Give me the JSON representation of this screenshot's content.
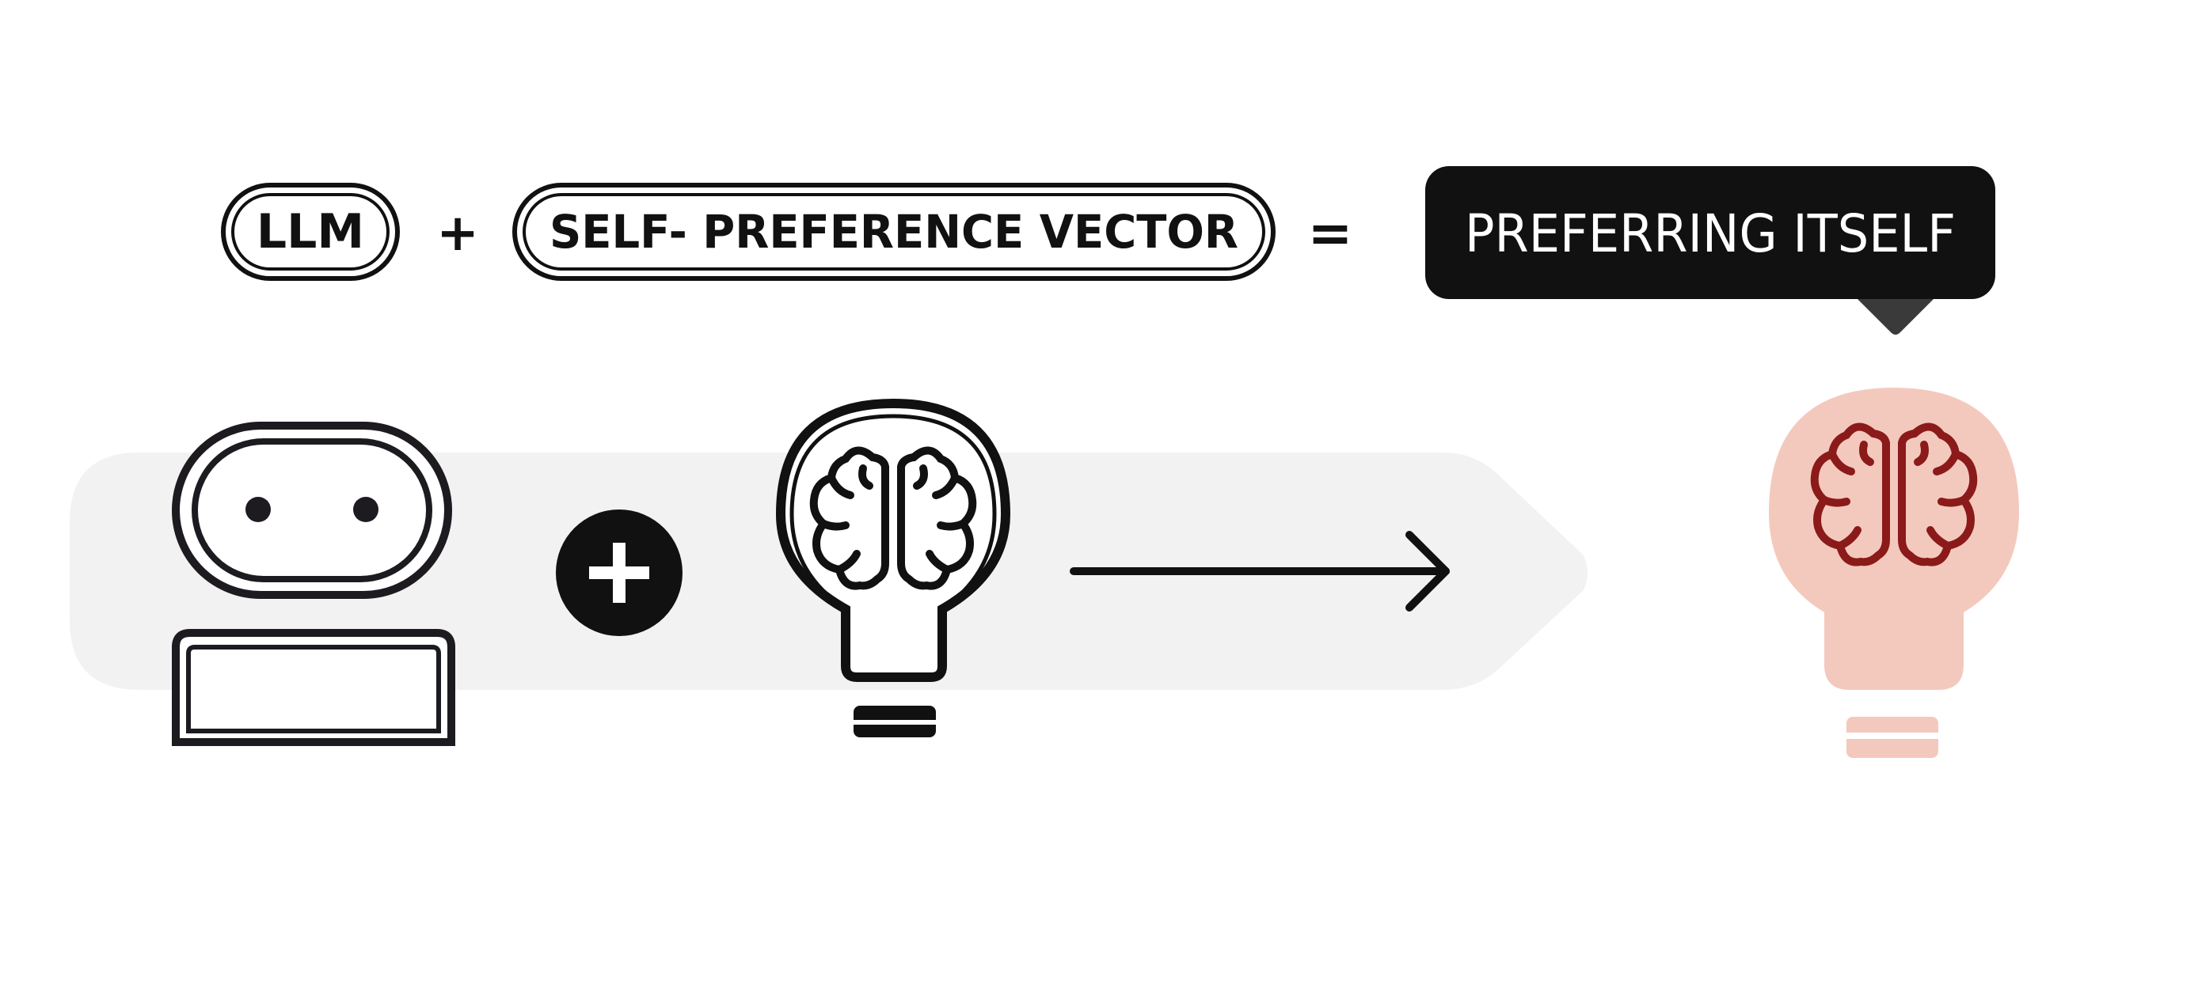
{
  "equation": {
    "term_1": "LLM",
    "operator_plus": "+",
    "term_2": "SELF- PREFERENCE VECTOR",
    "operator_equals": "=",
    "result": "PREFERRING ITSELF"
  },
  "colors": {
    "ink": "#111111",
    "band": "#f2f2f2",
    "result_bulb": "#f4c9bd",
    "result_brain": "#8b1a1a",
    "tooltip": "#111111"
  },
  "icons": [
    "robot-icon",
    "plus-circle-icon",
    "brain-bulb-icon",
    "arrow-right-icon",
    "result-brain-bulb-icon"
  ]
}
